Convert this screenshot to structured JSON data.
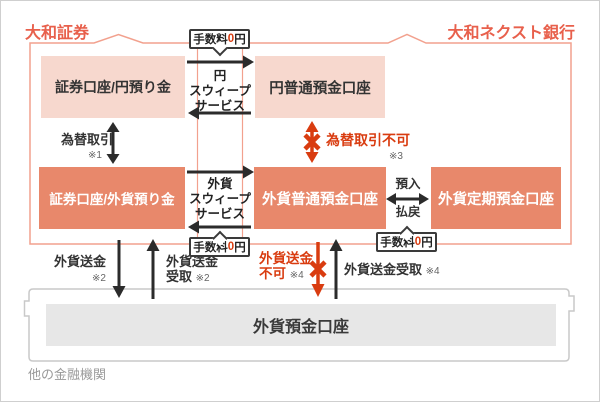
{
  "header": {
    "left_company": "大和証券",
    "right_company": "大和ネクスト銀行"
  },
  "accounts": {
    "securities_yen": "証券口座/円預り金",
    "bank_yen_ordinary": "円普通預金口座",
    "securities_fx": "証券口座/外貨預り金",
    "bank_fx_ordinary": "外貨普通預金口座",
    "bank_fx_time": "外貨定期預金口座",
    "other_bank_fx": "外貨預金口座"
  },
  "fee_badge": {
    "prefix": "手数料",
    "amount": "0",
    "suffix": "円"
  },
  "flows": {
    "yen_sweep": {
      "line1": "円",
      "line2": "スウィープ",
      "line3": "サービス"
    },
    "fx_sweep": {
      "line1": "外貨",
      "line2": "スウィープ",
      "line3": "サービス"
    },
    "exchange": {
      "label": "為替取引",
      "note": "※1"
    },
    "exchange_na": {
      "label": "為替取引不可",
      "note": "※3"
    },
    "deposit": "預入",
    "withdraw": "払戻",
    "remit_out": {
      "label": "外貨送金",
      "note": "※2"
    },
    "remit_in_left": {
      "label": "外貨送金",
      "label2": "受取",
      "note": "※2"
    },
    "remit_na": {
      "label": "外貨送金",
      "label2": "不可",
      "note": "※4"
    },
    "remit_in_right": {
      "label": "外貨送金受取",
      "note": "※4"
    }
  },
  "footer": {
    "other_institutions": "他の金融機関"
  },
  "colors": {
    "brand_coral": "#e8604c",
    "accent_red": "#d93c10",
    "box_pink": "#f7d8ce",
    "box_salmon": "#e8886b",
    "frame_salmon": "#f2a18e",
    "frame_gray": "#c9c9c9",
    "bar_gray": "#e7e7e7",
    "arrow_black": "#2b2b2b"
  }
}
